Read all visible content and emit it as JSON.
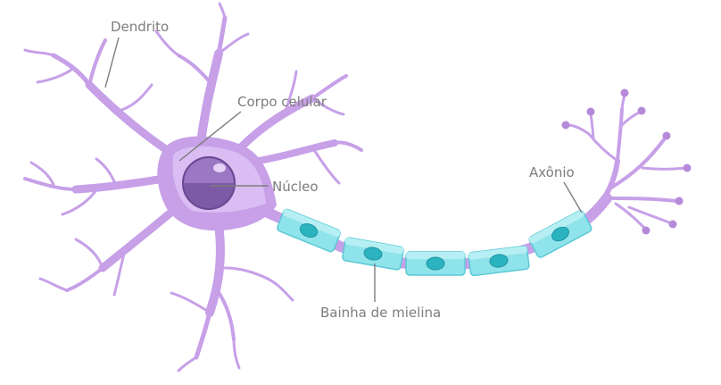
{
  "labels": {
    "dendrite": "Dendrito",
    "cell_body": "Corpo celular",
    "nucleus": "Núcleo",
    "axon": "Axônio",
    "myelin_sheath": "Bainha de mielina"
  },
  "colors": {
    "neuron": "#c7a0e8",
    "neuron_dark": "#b58ad9",
    "cell_body": "#d2b3f0",
    "nucleus": "#7d5aa6",
    "myelin": "#8fe3ea",
    "myelin_node": "#2bb3c0",
    "label_text": "#7d7d7d"
  }
}
